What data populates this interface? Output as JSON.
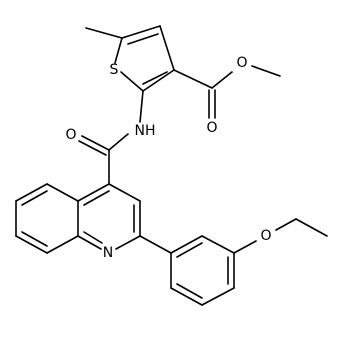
{
  "molecule": {
    "atom_labels": {
      "S": "S",
      "O_ester_single": "O",
      "O_ester_double": "O",
      "NH": "NH",
      "O_amide": "O",
      "N_ring": "N",
      "O_ether": "O"
    },
    "colors": {
      "bond": "#000000",
      "label": "#000000",
      "background": "#ffffff"
    }
  }
}
